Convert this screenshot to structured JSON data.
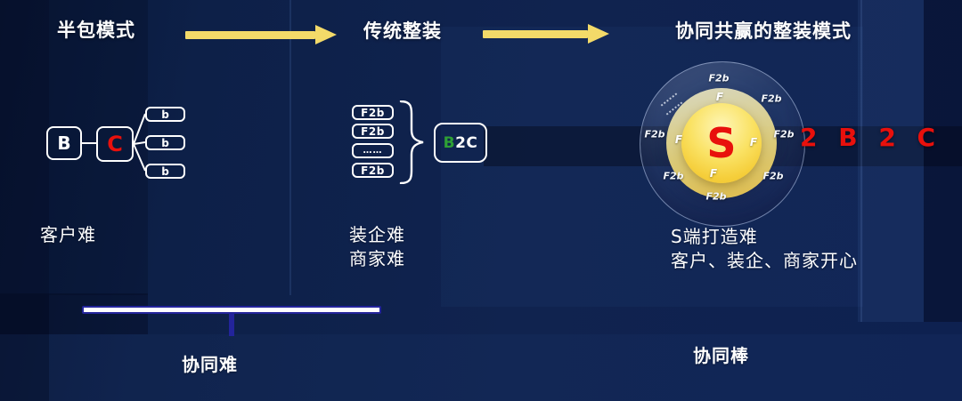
{
  "titles": {
    "col1": "半包模式",
    "col2": "传统整装",
    "col3": "协同共赢的整装模式"
  },
  "left_diagram": {
    "b": "B",
    "c": "C",
    "b_small": [
      "b",
      "b",
      "b"
    ],
    "caption": "客户难"
  },
  "mid_diagram": {
    "boxes": [
      "F2b",
      "F2b",
      "……",
      "F2b"
    ],
    "b2c_b": "B",
    "b2c_rest": "2C",
    "caption_line1": "装企难",
    "caption_line2": "商家难"
  },
  "right_diagram": {
    "center": "S",
    "ring_f": [
      "F",
      "F",
      "F",
      "F"
    ],
    "outer_f2b": [
      "F2b",
      "F2b",
      "F2b",
      "F2b",
      "F2b",
      "F2b",
      "F2b"
    ],
    "side_label": "2 B 2 C",
    "caption_line1": "S端打造难",
    "caption_line2": "客户、装企、商家开心"
  },
  "footer": {
    "left_label": "协同难",
    "right_label": "协同棒"
  },
  "colors": {
    "accent-yellow": "#F3DA69",
    "title-white": "#FFFFFF",
    "brand-red": "#E8100C",
    "green-b": "#2FA035",
    "bar-indigo": "#23249B"
  }
}
